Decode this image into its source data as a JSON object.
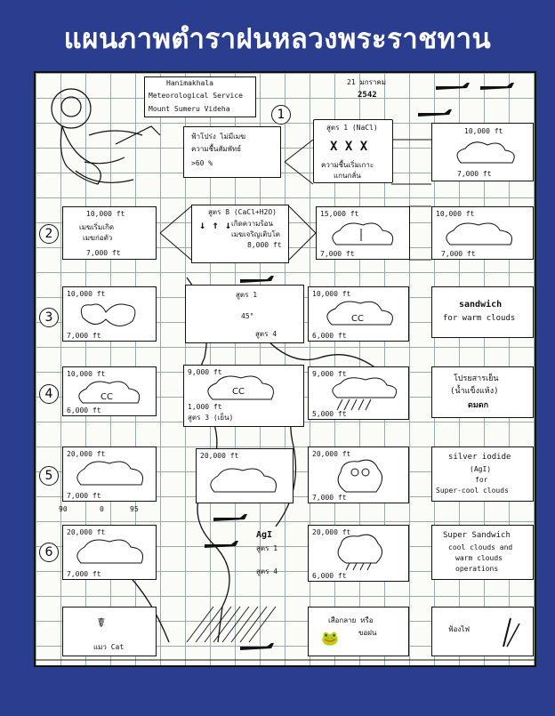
{
  "title": "แผนภาพตำราฝนหลวงพระราชทาน",
  "header": {
    "line1": "Hanimakhala",
    "line2": "Meteorological Service",
    "line3": "Mount Sumeru Videha",
    "date_line1": "21 มกราคม",
    "date_line2": "2542"
  },
  "steps": [
    "1",
    "2",
    "3",
    "4",
    "5",
    "6"
  ],
  "step1": {
    "left_text_1": "ฟ้าโปร่ง ไม่มีเมฆ",
    "left_text_2": "ความชื้นสัมพัทธ์",
    "left_text_3": ">60 %",
    "formula": "สูตร 1 (NaCl)",
    "crosses": "X  X  X",
    "bottom_text_1": "ความชื้นเริ่มเกาะ",
    "bottom_text_2": "แกนกลั่น",
    "alt_top": "10,000 ft",
    "alt_bottom": "7,000 ft"
  },
  "step2": {
    "left_alt_top": "10,000 ft",
    "left_text_1": "เมฆเริ่มเกิด",
    "left_text_2": "เมฆก่อตัว",
    "left_alt_bottom": "7,000 ft",
    "formula": "สูตร 8 (CaCl+H2O)",
    "effect_1": "เกิดความร้อน",
    "effect_2": "เมฆเจริญเติบโต",
    "mid_alt": "8,000 ft",
    "right1_alt_top": "15,000 ft",
    "right1_alt_bottom": "7,000 ft",
    "right2_alt_top": "10,000 ft",
    "right2_alt_bottom": "7,000 ft"
  },
  "step3": {
    "left_alt_top": "10,000 ft",
    "left_alt_bottom": "7,000 ft",
    "formula_top": "สูตร 1",
    "angle": "45°",
    "formula_bottom": "สูตร 4",
    "right_alt_top": "10,000 ft",
    "right_alt_bottom": "6,000 ft",
    "sandwich_title": "sandwich",
    "sandwich_sub": "for warm clouds"
  },
  "step4": {
    "left_alt_top": "10,000 ft",
    "left_alt_bottom": "6,000 ft",
    "mid_alt_top": "9,000 ft",
    "mid_alt_mid": "1,000 ft",
    "mid_formula": "สูตร 3 (เย็น)",
    "right_alt_top": "9,000 ft",
    "right_alt_bottom": "5,000 ft",
    "dry_ice_1": "โปรยสารเย็น",
    "dry_ice_2": "(น้ำแข็งแห้ง)",
    "dry_ice_3": "ดมดก"
  },
  "step5": {
    "left_alt_top": "20,000 ft",
    "left_alt_bottom": "7,000 ft",
    "mid_alt": "20,000 ft",
    "right_alt_top": "20,000 ft",
    "right_alt_bottom": "7,000 ft",
    "agi_1": "silver iodide",
    "agi_2": "(AgI)",
    "agi_3": "for",
    "agi_4": "Super-cool clouds",
    "scale_1": "90",
    "scale_2": "0",
    "scale_3": "95"
  },
  "step6": {
    "left_alt_top": "20,000 ft",
    "left_alt_bottom": "7,000 ft",
    "agi_label": "AgI",
    "formula_1": "สูตร 1",
    "formula_2": "สูตร 4",
    "right_alt_top": "20,000 ft",
    "right_alt_bottom": "6,000 ft",
    "super_1": "Super Sandwich",
    "super_2": "cool clouds and",
    "super_3": "warm clouds",
    "super_4": "operations"
  },
  "footer": {
    "cat_label": "แมว  Cat",
    "frog_text_1": "เสือกลาย  หรือ",
    "frog_text_2": "ขอฝน",
    "fire_text": "ฟ้องไฟ"
  }
}
